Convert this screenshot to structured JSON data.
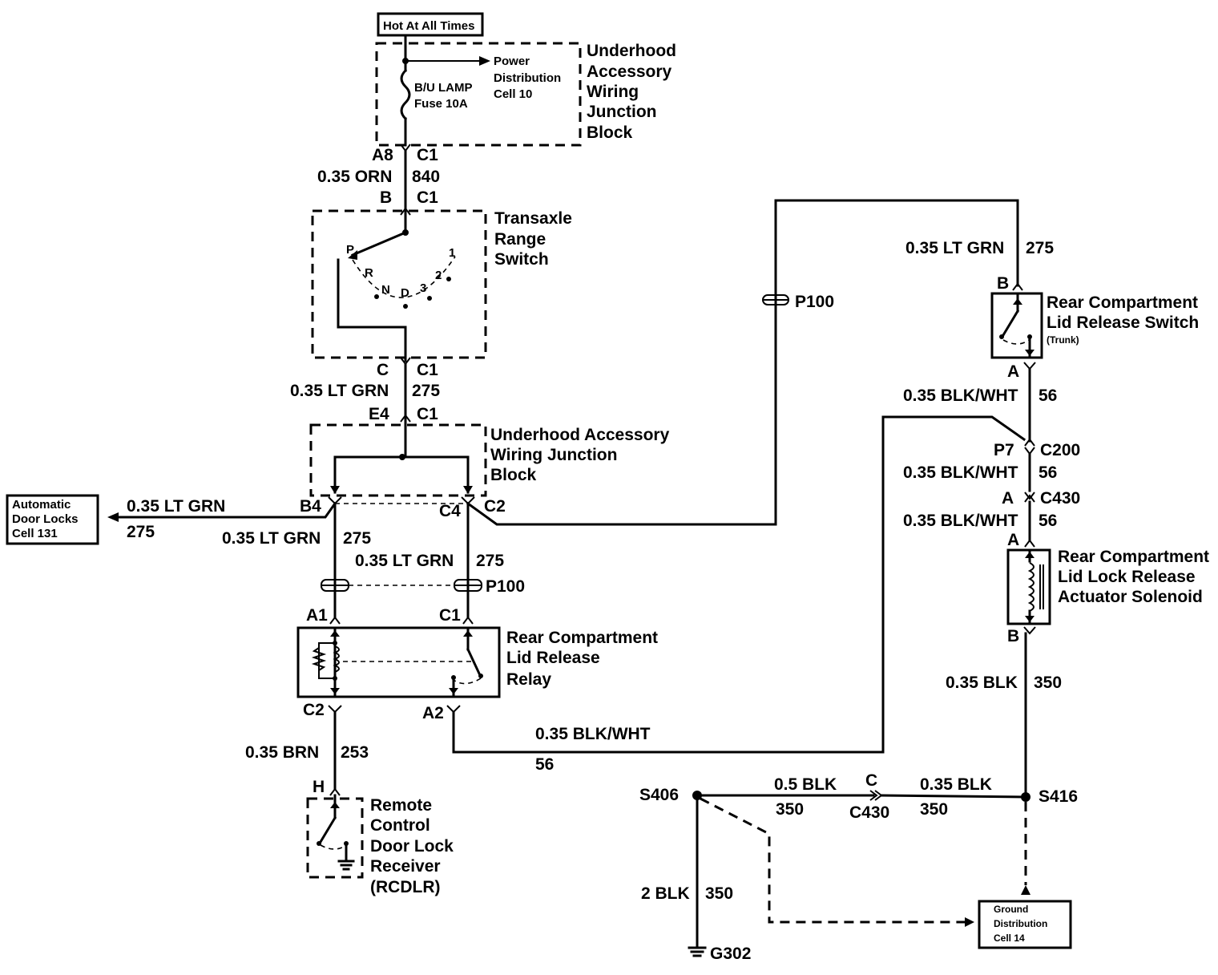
{
  "labels": {
    "hot_at_all_times": "Hot At All Times",
    "power_dist_1": "Power",
    "power_dist_2": "Distribution",
    "power_dist_3": "Cell 10",
    "fuse_1": "B/U LAMP",
    "fuse_2": "Fuse 10A",
    "uawjb1_1": "Underhood",
    "uawjb1_2": "Accessory",
    "uawjb1_3": "Wiring",
    "uawjb1_4": "Junction",
    "uawjb1_5": "Block",
    "a8": "A8",
    "c1_top": "C1",
    "w840_gauge": "0.35 ORN",
    "w840_circuit": "840",
    "b_trs": "B",
    "c1_trs_top": "C1",
    "trs_1": "Transaxle",
    "trs_2": "Range",
    "trs_3": "Switch",
    "pos_p": "P",
    "pos_r": "R",
    "pos_n": "N",
    "pos_d": "D",
    "pos_3": "3",
    "pos_2": "2",
    "pos_1": "1",
    "c_trs": "C",
    "c1_trs_bot": "C1",
    "w275_a_gauge": "0.35 LT GRN",
    "w275_a_circuit": "275",
    "e4": "E4",
    "c1_uawjb2": "C1",
    "uawjb2_1": "Underhood Accessory",
    "uawjb2_2": "Wiring Junction",
    "uawjb2_3": "Block",
    "auto_locks_1": "Automatic",
    "auto_locks_2": "Door Locks",
    "auto_locks_3": "Cell 131",
    "w275_b_gauge": "0.35 LT GRN",
    "w275_b_circuit": "275",
    "b4": "B4",
    "c4": "C4",
    "c2_uawjb2": "C2",
    "w275_c_gauge": "0.35 LT GRN",
    "w275_c_circuit": "275",
    "w275_d_gauge": "0.35 LT GRN",
    "w275_d_circuit": "275",
    "p100_lower": "P100",
    "a1": "A1",
    "c1_relay": "C1",
    "relay_1": "Rear Compartment",
    "relay_2": "Lid Release",
    "relay_3": "Relay",
    "c2_relay": "C2",
    "a2_relay": "A2",
    "w253_gauge": "0.35 BRN",
    "w253_circuit": "253",
    "h_rcdlr": "H",
    "rcdlr_1": "Remote",
    "rcdlr_2": "Control",
    "rcdlr_3": "Door Lock",
    "rcdlr_4": "Receiver",
    "rcdlr_5": "(RCDLR)",
    "w56_bottom_gauge": "0.35 BLK/WHT",
    "w56_bottom_circuit": "56",
    "p100_upper": "P100",
    "w275_e_gauge": "0.35 LT GRN",
    "w275_e_circuit": "275",
    "b_switch": "B",
    "switch_1": "Rear Compartment",
    "switch_2": "Lid Release Switch",
    "switch_3": "(Trunk)",
    "a_switch": "A",
    "w56_a_gauge": "0.35 BLK/WHT",
    "w56_a_circuit": "56",
    "p7": "P7",
    "c200": "C200",
    "w56_b_gauge": "0.35 BLK/WHT",
    "w56_b_circuit": "56",
    "a_c430": "A",
    "c430_right": "C430",
    "w56_c_gauge": "0.35 BLK/WHT",
    "w56_c_circuit": "56",
    "a_sol": "A",
    "sol_1": "Rear Compartment",
    "sol_2": "Lid Lock Release",
    "sol_3": "Actuator Solenoid",
    "b_sol": "B",
    "w350_a_gauge": "0.35 BLK",
    "w350_a_circuit": "350",
    "s406": "S406",
    "w350_b_gauge": "0.5 BLK",
    "w350_b_circuit": "350",
    "c_c430": "C",
    "c430_bottom": "C430",
    "w350_c_gauge": "0.35 BLK",
    "w350_c_circuit": "350",
    "s416": "S416",
    "w350_d_gauge": "2 BLK",
    "w350_d_circuit": "350",
    "g302": "G302",
    "ground_dist_1": "Ground",
    "ground_dist_2": "Distribution",
    "ground_dist_3": "Cell 14"
  }
}
